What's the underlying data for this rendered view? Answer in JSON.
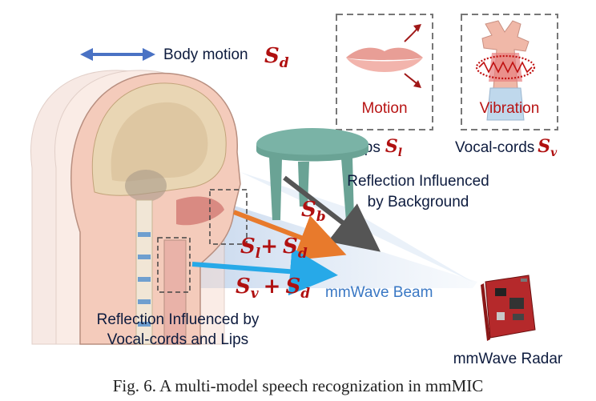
{
  "labels": {
    "body_motion": "Body motion",
    "motion": "Motion",
    "vibration": "Vibration",
    "lips": "Lips",
    "vocal_cords": "Vocal-cords",
    "background_reflection": [
      "Reflection Influenced",
      "by Background"
    ],
    "vocal_reflection": [
      "Reflection Influenced by",
      "Vocal-cords and Lips"
    ],
    "beam": "mmWave Beam",
    "radar": "mmWave Radar"
  },
  "symbols": {
    "s": "S",
    "d": "d",
    "l": "l",
    "v": "v",
    "b": "b",
    "plus": "+"
  },
  "caption": "Fig. 6.  A multi-model speech recognization in mmMIC",
  "colors": {
    "label_text": "#0d1b3e",
    "symbol_red": "#b01010",
    "body_motion_arrow": "#4a72c4",
    "sd_arrow_orange": "#e87a2c",
    "sv_arrow_blue": "#27a9e8",
    "sb_arrow_gray": "#555555",
    "beam_text": "#3a78c4",
    "table_teal": "#7ab3a6",
    "dashed_box": "#666666"
  }
}
